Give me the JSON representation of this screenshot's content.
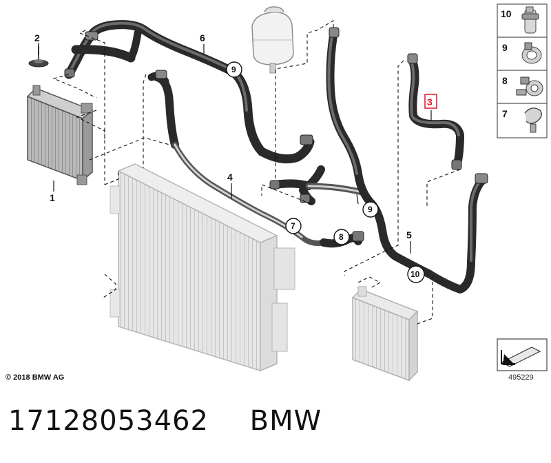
{
  "diagram": {
    "callouts": {
      "c1": "1",
      "c2": "2",
      "c3": "3",
      "c4": "4",
      "c5": "5",
      "c6": "6",
      "c7": "7",
      "c8": "8",
      "c9a": "9",
      "c9b": "9",
      "c10": "10"
    },
    "legend": [
      {
        "number": "10",
        "icon": "hose-clamp-large-icon"
      },
      {
        "number": "9",
        "icon": "hose-clamp-icon"
      },
      {
        "number": "8",
        "icon": "clamp-with-bracket-icon"
      },
      {
        "number": "7",
        "icon": "spring-clip-icon"
      }
    ],
    "highlight_color": "#e0102a",
    "copyright": "© 2018 BMW AG",
    "diagram_id": "495229"
  },
  "part": {
    "number": "17128053462",
    "brand": "BMW"
  }
}
